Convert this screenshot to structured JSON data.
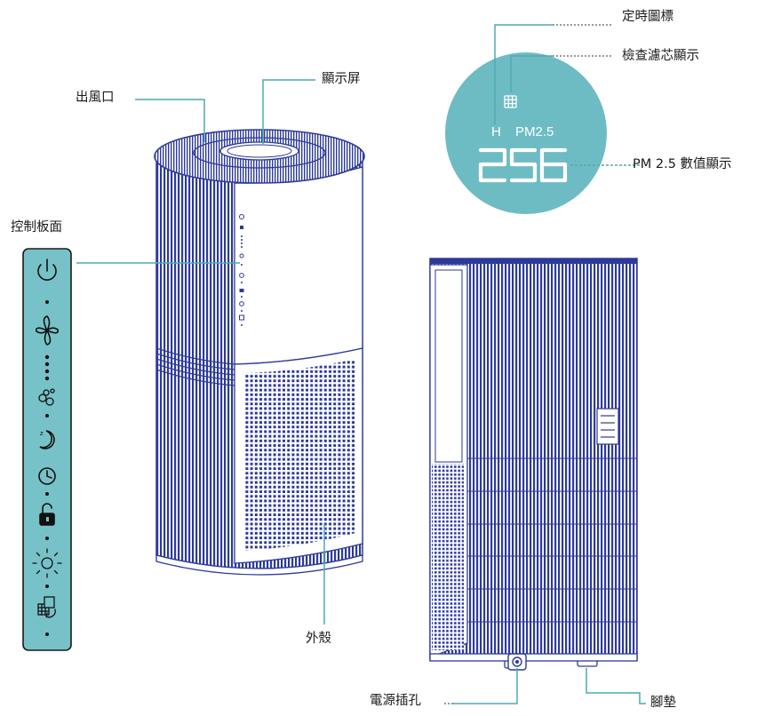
{
  "labels": {
    "air_outlet": "出風口",
    "display_screen": "顯示屏",
    "control_panel": "控制板面",
    "housing": "外殼",
    "timer_icon": "定時圖標",
    "filter_check": "檢查濾芯顯示",
    "pm_value_display": "PM 2.5 數值顯示",
    "power_socket": "電源插孔",
    "foot_pad": "腳墊"
  },
  "display": {
    "mode_letter": "H",
    "pm_label": "PM2.5",
    "pm_value": "256"
  },
  "control_panel_icons": [
    "power-icon",
    "fan-icon",
    "fan-speed-dots-icon",
    "filter-mode-icon",
    "sleep-icon",
    "timer-icon",
    "lock-icon",
    "light-icon",
    "filter-reset-icon"
  ],
  "colors": {
    "product_stroke": "#2d3a9a",
    "accent_teal": "#6ebcc3",
    "panel_bg": "#77c2c8",
    "leader_line": "#4fa9b3"
  }
}
